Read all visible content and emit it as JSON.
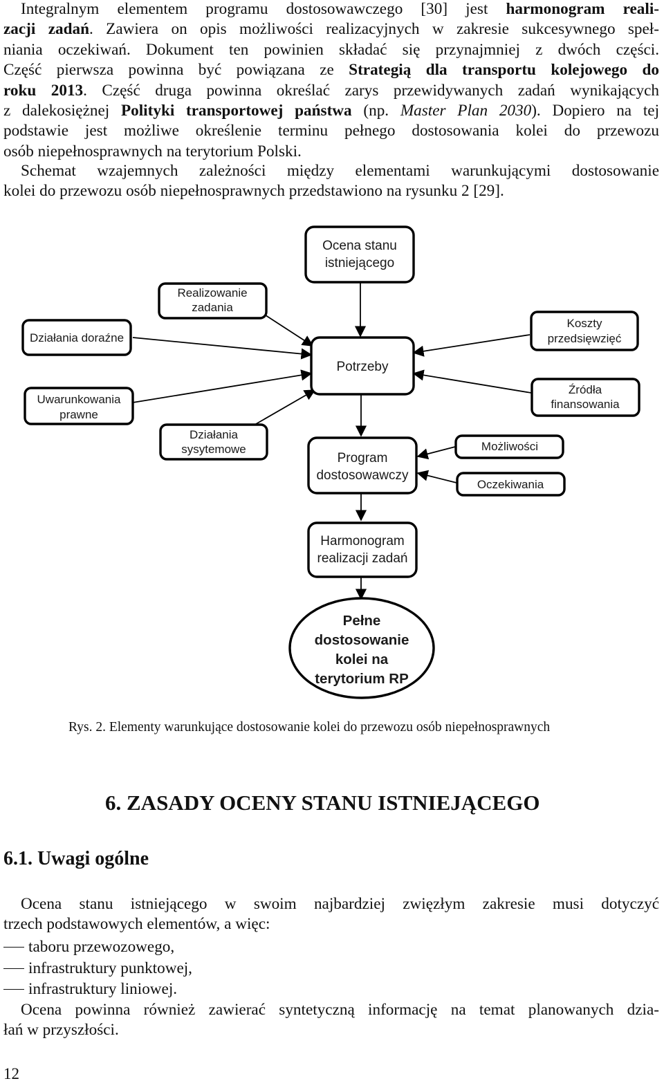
{
  "intro": {
    "p1": {
      "l1_a": "Integralnym elementem programu dostosowawczego [30] jest ",
      "l1_b": "harmonogram reali-",
      "l2_a": "zacji zadań",
      "l2_b": ". Zawiera on opis możliwości realizacyjnych w zakresie sukcesywnego speł-",
      "l3": "niania oczekiwań. Dokument ten powinien składać się przynajmniej z dwóch części.",
      "l4_a": "Część pierwsza powinna być powiązana ze ",
      "l4_b": "Strategią dla transportu kolejowego do",
      "l5_a": "roku 2013",
      "l5_b": ". Część druga powinna określać zarys przewidywanych zadań wynikających",
      "l6_a": "z dalekosiężnej ",
      "l6_b": "Polityki transportowej państwa",
      "l6_c": " (np. ",
      "l6_d": "Master Plan 2030",
      "l6_e": "). Dopiero na tej",
      "l7": "podstawie jest możliwe określenie terminu pełnego dostosowania kolei do przewozu",
      "l8": "osób niepełnosprawnych na terytorium Polski."
    },
    "p2": {
      "l1": "Schemat wzajemnych zależności między elementami warunkującymi dostosowanie",
      "l2": "kolei do przewozu osób niepełnosprawnych przedstawiono na rysunku 2 [29]."
    }
  },
  "diagram": {
    "ocena_1": "Ocena stanu",
    "ocena_2": "istniejącego",
    "realizowane_1": "Realizowanie",
    "realizowane_2": "zadania",
    "doraznie": "Działania doraźne",
    "koszty_1": "Koszty",
    "koszty_2": "przedsięwzięć",
    "potrzeby": "Potrzeby",
    "uwarunkowania_1": "Uwarunkowania",
    "uwarunkowania_2": "prawne",
    "zrodla_1": "Źródła",
    "zrodla_2": "finansowania",
    "systemowe_1": "Działania",
    "systemowe_2": "sysytemowe",
    "program_1": "Program",
    "program_2": "dostosowawczy",
    "mozliwosci": "Możliwości",
    "oczekiwania": "Oczekiwania",
    "harmonogram_1": "Harmonogram",
    "harmonogram_2": "realizacji zadań",
    "pelne_1": "Pełne",
    "pelne_2": "dostosowanie",
    "pelne_3": "kolei na",
    "pelne_4": "terytorium RP"
  },
  "caption": "Rys. 2. Elementy warunkujące dostosowanie kolei do przewozu osób niepełnosprawnych",
  "heading_main": "6. ZASADY OCENY STANU ISTNIEJĄCEGO",
  "heading_sub": "6.1. Uwagi ogólne",
  "section": {
    "p1_l1": "Ocena stanu istniejącego w swoim najbardziej zwięzłym zakresie musi dotyczyć",
    "p1_l2": "trzech podstawowych elementów, a więc:",
    "items": [
      "taboru przewozowego,",
      "infrastruktury punktowej,",
      "infrastruktury liniowej."
    ],
    "p2_l1": "Ocena powinna również zawierać syntetyczną informację na temat planowanych dzia-",
    "p2_l2": "łań w przyszłości."
  },
  "page_number": "12"
}
